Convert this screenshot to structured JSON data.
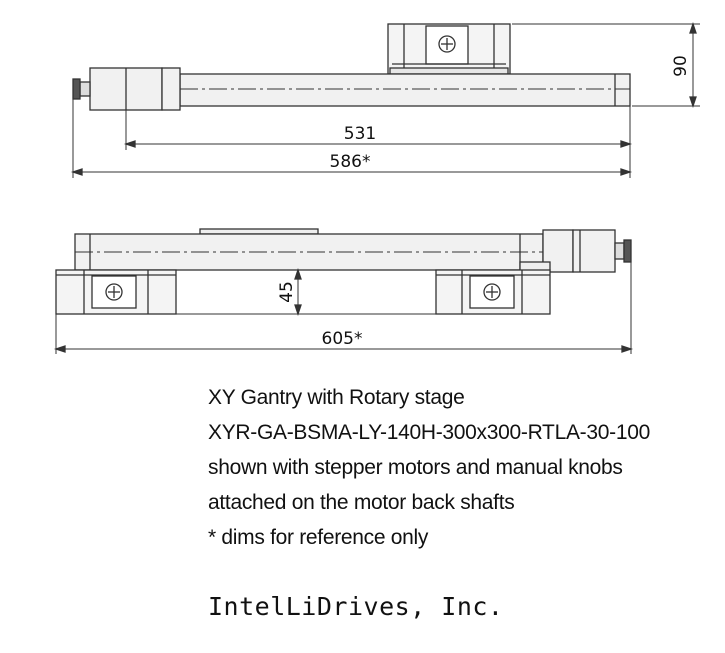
{
  "top_view": {
    "dim_length_rail": "531",
    "dim_length_total": "586*",
    "dim_height": "90"
  },
  "side_view": {
    "dim_height": "45",
    "dim_length_total": "605*"
  },
  "caption": {
    "lines": [
      "XY Gantry with Rotary stage",
      "XYR-GA-BSMA-LY-140H-300x300-RTLA-30-100",
      "shown with stepper motors and manual knobs",
      "attached on the motor back shafts",
      "* dims for reference only"
    ]
  },
  "company": "IntelLiDrives, Inc."
}
